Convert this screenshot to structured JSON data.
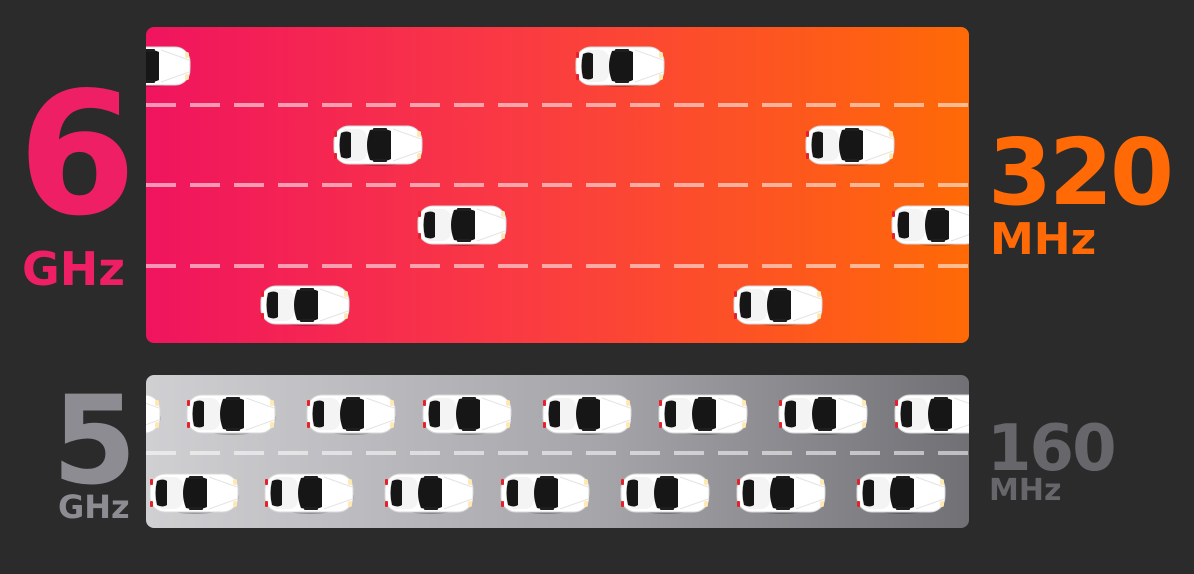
{
  "wifi6ghz": {
    "band": "6",
    "band_unit": "GHz",
    "width": "320",
    "width_unit": "MHz",
    "lanes": 4
  },
  "wifi5ghz": {
    "band": "5",
    "band_unit": "GHz",
    "width": "160",
    "width_unit": "MHz",
    "lanes": 2
  },
  "colors": {
    "accent_pink": "#ee1f64",
    "accent_orange": "#ff6a06",
    "muted_gray": "#8c8c92",
    "background": "#2b2b2b"
  },
  "icons": [
    "car-icon"
  ]
}
